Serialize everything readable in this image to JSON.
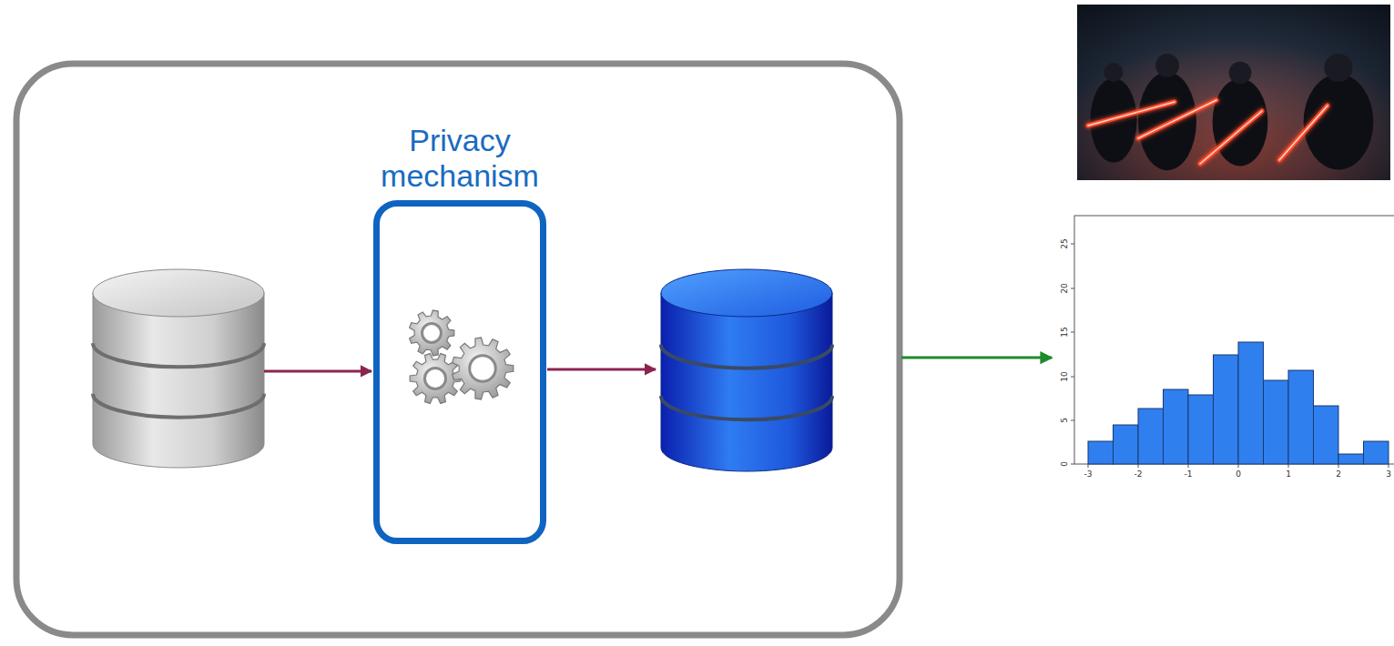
{
  "diagram": {
    "nodes": [
      {
        "text": [
          "Privacy mechanism"
        ]
      }
    ],
    "labels": [
      "25",
      "20",
      "15",
      "10",
      "5",
      "0",
      "-3",
      "-2",
      "-1",
      "0",
      "1",
      "2",
      "3"
    ]
  }
}
